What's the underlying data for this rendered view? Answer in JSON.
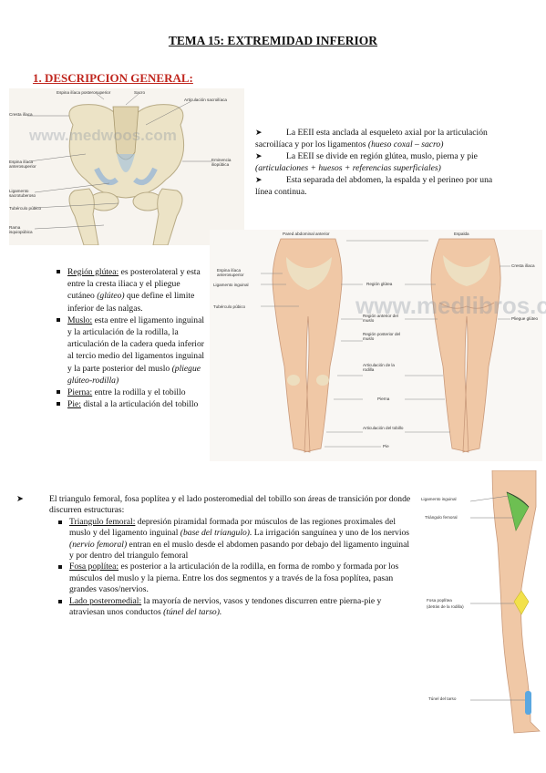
{
  "title": "TEMA 15: EXTREMIDAD INFERIOR",
  "heading": "1. DESCRIPCION GENERAL:",
  "intro": {
    "p1_a": "La EEII esta anclada al esqueleto axial por la articulación sacroilíaca y por los ligamentos ",
    "p1_b": "(hueso coxal – sacro)",
    "p2_a": "La EEII se divide en región glútea, muslo, pierna y pie ",
    "p2_b": "(articulaciones + huesos + referencias superficiales)",
    "p3": "Esta separada del abdomen, la espalda y el perineo por una línea continua."
  },
  "regions": [
    {
      "term": "Región glútea:",
      "text": " es posterolateral y esta entre la cresta iliaca y el pliegue cutáneo ",
      "ital": "(glúteo)",
      "text2": " que define el limite inferior de las nalgas."
    },
    {
      "term": "Muslo:",
      "text": " esta entre el ligamento inguinal y la articulación de la rodilla, la articulación de la cadera queda inferior al tercio medio del ligamentos inguinal y la parte posterior del muslo ",
      "ital": "(pliegue glúteo-rodilla)",
      "text2": ""
    },
    {
      "term": "Pierna:",
      "text": " entre la rodilla y el tobillo",
      "ital": "",
      "text2": ""
    },
    {
      "term": "Pie:",
      "text": " distal a la articulación del tobillo",
      "ital": "",
      "text2": ""
    }
  ],
  "transition": {
    "intro": "El triangulo femoral, fosa poplítea y el lado posteromedial del tobillo son áreas de transición por donde discurren estructuras:",
    "items": [
      {
        "term": "Triangulo femoral:",
        "text": " depresión piramidal formada por músculos de las regiones proximales del muslo y del ligamento inguinal ",
        "ital": "(base del triangulo).",
        "text2": " La irrigación sanguínea y uno de los nervios ",
        "ital2": "(nervio femoral)",
        "text3": " entran en el muslo desde el abdomen pasando por debajo del ligamento inguinal y por dentro del triangulo femoral"
      },
      {
        "term": "Fosa poplítea:",
        "text": " es posterior a la articulación de la rodilla, en forma de rombo y formada por los músculos del muslo y la pierna. Entre los dos segmentos y a través de la fosa poplítea, pasan grandes vasos/nervios.",
        "ital": "",
        "text2": "",
        "ital2": "",
        "text3": ""
      },
      {
        "term": "Lado posteromedial:",
        "text": " la mayoría de nervios, vasos y tendones discurren entre pierna-pie y atraviesan unos conductos ",
        "ital": "(túnel del tarso).",
        "text2": "",
        "ital2": "",
        "text3": ""
      }
    ]
  },
  "fig1": {
    "watermark": "www.medwoos.com",
    "labels": {
      "espina_post": "Espina ilíaca posterosuperior",
      "sacro": "Sacro",
      "art_sacro": "Articulación sacroilíaca",
      "cresta": "Cresta ilíaca",
      "espina_ant": "Espina ilíaca anterosuperior",
      "ligamento": "Ligamento sacrotuberoso",
      "tuberculo": "Tubérculo púbico",
      "eminencia": "Eminencia iliopúbica",
      "rama": "Rama isquiopúbica"
    }
  },
  "fig2": {
    "watermark": "www.medlibros.com",
    "labels": {
      "pared": "Pared abdominal anterior",
      "espalda": "Espalda",
      "espina": "Espina ilíaca anterosuperior",
      "ligamento": "Ligamento inguinal",
      "tuberculo": "Tubérculo púbico",
      "region_glutea": "Región glútea",
      "region_ant": "Región anterior del muslo",
      "region_post": "Región posterior del muslo",
      "art_rodilla": "Articulación de la rodilla",
      "pierna": "Pierna",
      "art_tobillo": "Articulación del tobillo",
      "pie": "Pie",
      "cresta": "Cresta ilíaca",
      "pliegue": "Pliegue glúteo"
    }
  },
  "fig3": {
    "labels": {
      "ligamento": "Ligamento inguinal",
      "triangulo": "Triángulo femoral",
      "fosa": "Fosa poplítea",
      "fosa_sub": "(detrás de la rodilla)",
      "tunel": "Túnel del tarso"
    }
  },
  "colors": {
    "heading": "#c0271f",
    "skin": "#f0c8a6",
    "bone": "#ece3c6",
    "green": "#5fbf4a",
    "yellow": "#f2e14b",
    "blue": "#5aa7e0"
  }
}
